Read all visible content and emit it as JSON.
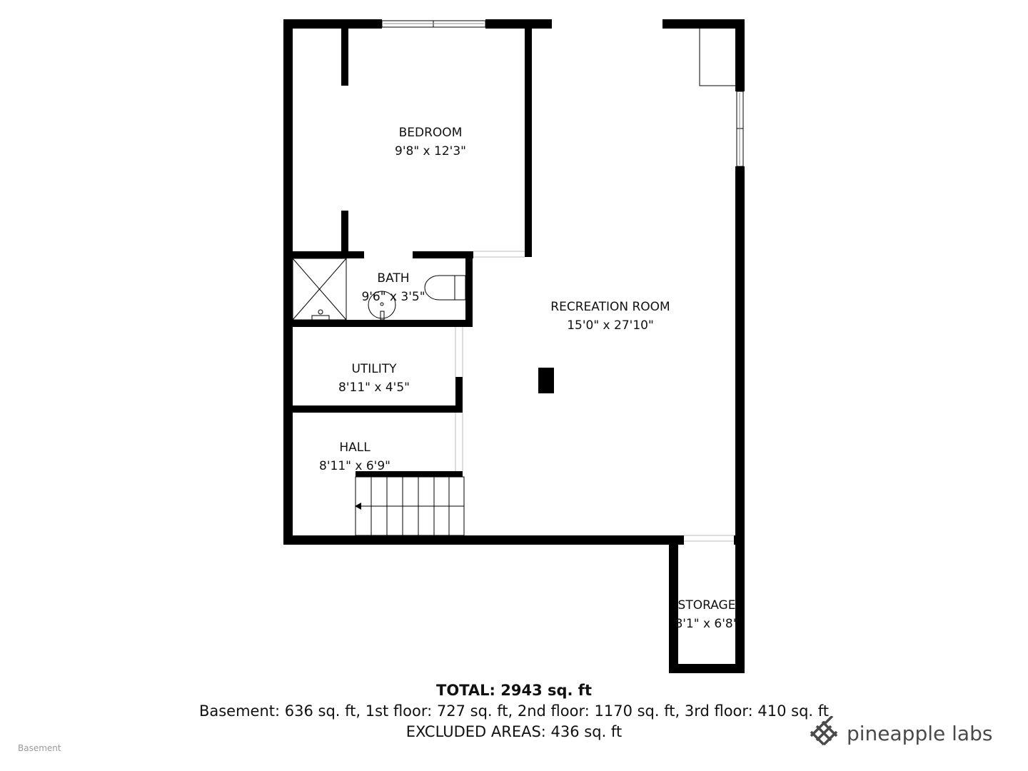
{
  "rooms": {
    "bedroom": {
      "name": "BEDROOM",
      "size": "9'8\" x 12'3\""
    },
    "bath": {
      "name": "BATH",
      "size": "9'6\" x 3'5\""
    },
    "recreation": {
      "name": "RECREATION ROOM",
      "size": "15'0\" x 27'10\""
    },
    "utility": {
      "name": "UTILITY",
      "size": "8'11\" x 4'5\""
    },
    "hall": {
      "name": "HALL",
      "size": "8'11\" x 6'9\""
    },
    "storage": {
      "name": "STORAGE",
      "size": "8'1\" x 6'8\""
    }
  },
  "totals": {
    "total": "TOTAL: 2943 sq. ft",
    "breakdown": "Basement: 636 sq. ft, 1st floor: 727 sq. ft, 2nd floor: 1170 sq. ft, 3rd floor: 410 sq. ft",
    "excluded": "EXCLUDED AREAS: 436 sq. ft"
  },
  "floor_label": "Basement",
  "logo": {
    "text": "pineapple labs",
    "icon": "pineapple-lattice-icon",
    "color": "#4a4a4a"
  },
  "wall_color": "#000000"
}
